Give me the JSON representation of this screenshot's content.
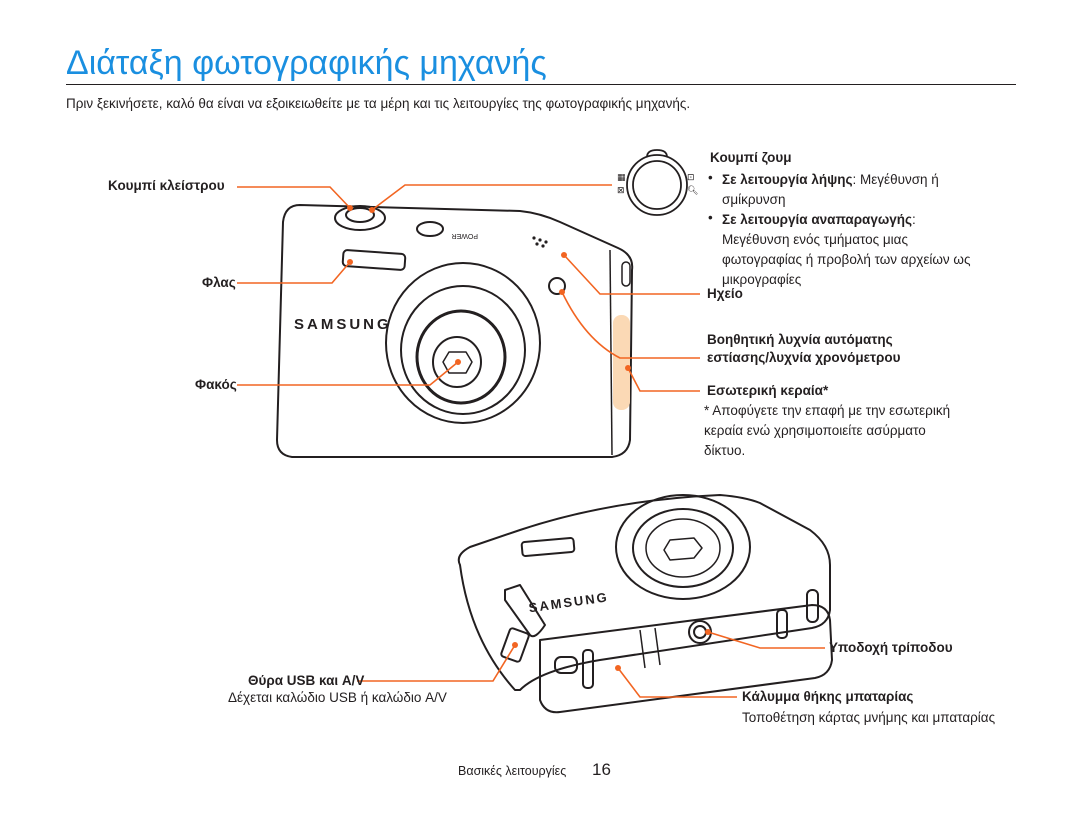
{
  "title": "Διάταξη φωτογραφικής μηχανής",
  "intro": "Πριν ξεκινήσετε, καλό θα είναι να εξοικειωθείτε με τα μέρη και τις λειτουργίες της φωτογραφικής μηχανής.",
  "labels": {
    "shutter": "Κουμπί κλείστρου",
    "flash": "Φλας",
    "lens": "Φακός",
    "zoom": {
      "title": "Κουμπί ζουμ",
      "item1_bold": "Σε λειτουργία λήψης",
      "item1_text": ": Μεγέθυνση ή σμίκρυνση",
      "item2_bold": "Σε λειτουργία αναπαραγωγής",
      "item2_text": ": Μεγέθυνση ενός τμήματος μιας φωτογραφίας ή προβολή των αρχείων ως μικρογραφίες"
    },
    "speaker": "Ηχείο",
    "af_lamp_line1": "Βοηθητική λυχνία αυτόματης",
    "af_lamp_line2": "εστίασης/λυχνία χρονόμετρου",
    "antenna": {
      "title": "Εσωτερική κεραία*",
      "note": "* Αποφύγετε την επαφή με την εσωτερική κεραία ενώ χρησιμοποιείτε ασύρματο δίκτυο."
    },
    "tripod": "Υποδοχή τρίποδου",
    "usb": {
      "title": "Θύρα USB και A/V",
      "desc": "Δέχεται καλώδιο USB ή καλώδιο A/V"
    },
    "battery": {
      "title": "Κάλυμμα θήκης μπαταρίας",
      "desc": "Τοποθέτηση κάρτας μνήμης και μπαταρίας"
    }
  },
  "camera_branding": {
    "front": "SAMSUNG",
    "back": "SAMSUNG",
    "power": "POWER"
  },
  "footer": {
    "section": "Βασικές λειτουργίες",
    "page": "16"
  },
  "colors": {
    "accent": "#1a8fe0",
    "callout": "#f26522",
    "antenna_highlight": "#fbd9b5"
  }
}
